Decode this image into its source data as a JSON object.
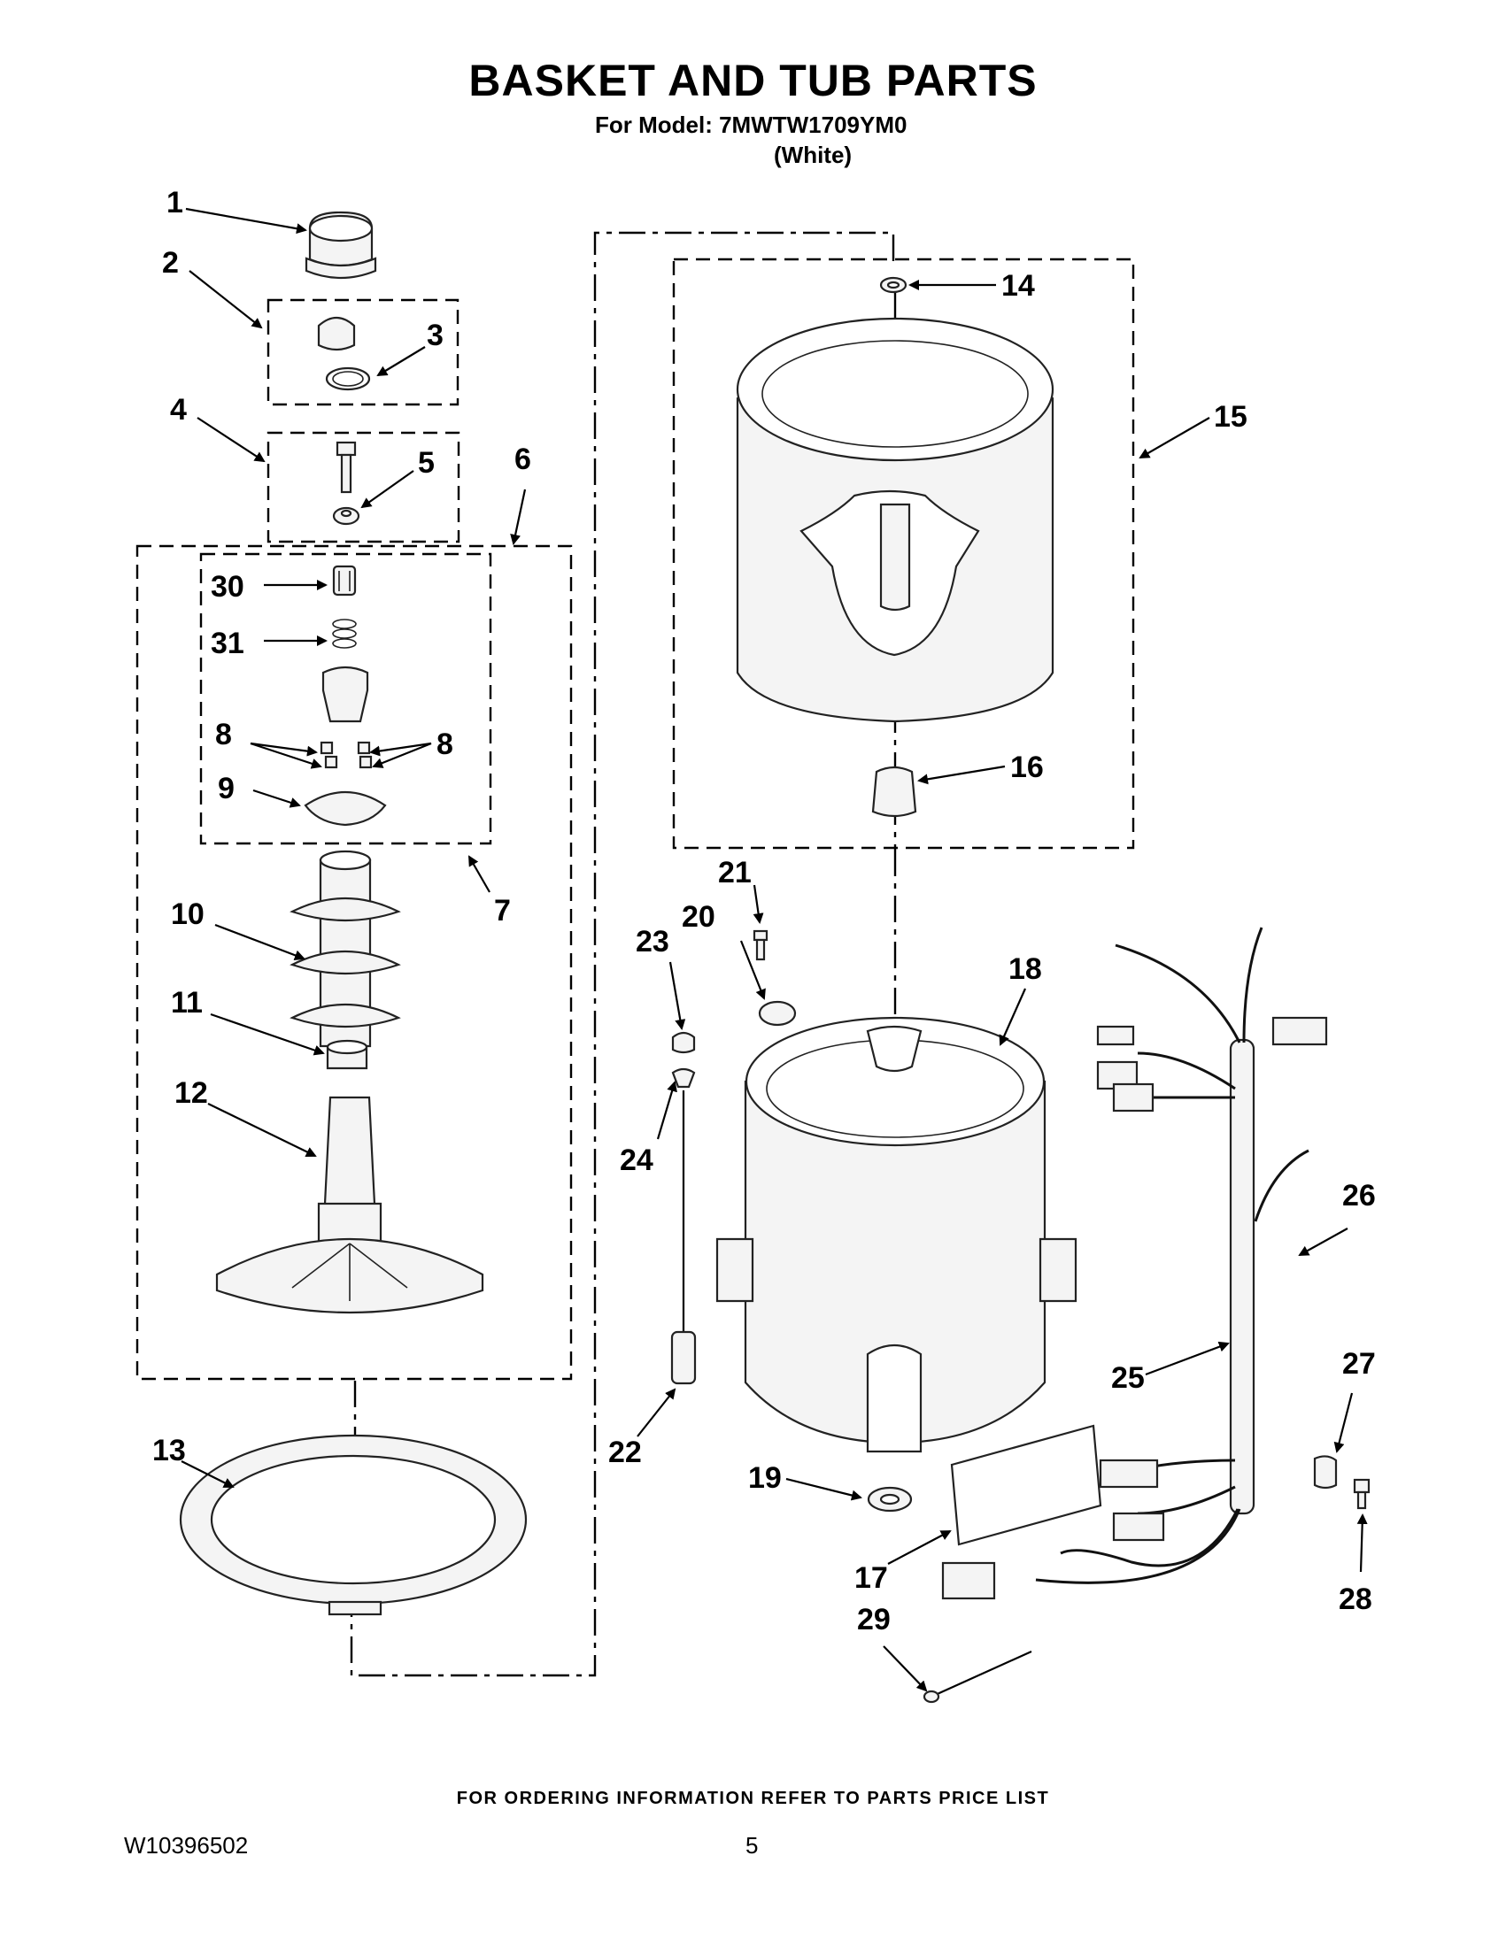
{
  "header": {
    "title": "BASKET AND TUB PARTS",
    "model_line": "For Model: 7MWTW1709YM0",
    "color_line": "(White)"
  },
  "callouts": {
    "c1": "1",
    "c2": "2",
    "c3": "3",
    "c4": "4",
    "c5": "5",
    "c6": "6",
    "c7": "7",
    "c8a": "8",
    "c8b": "8",
    "c9": "9",
    "c10": "10",
    "c11": "11",
    "c12": "12",
    "c13": "13",
    "c14": "14",
    "c15": "15",
    "c16": "16",
    "c17": "17",
    "c18": "18",
    "c19": "19",
    "c20": "20",
    "c21": "21",
    "c22": "22",
    "c23": "23",
    "c24": "24",
    "c25": "25",
    "c26": "26",
    "c27": "27",
    "c28": "28",
    "c29": "29",
    "c30": "30",
    "c31": "31"
  },
  "footer": {
    "ordering_note": "FOR ORDERING INFORMATION REFER TO PARTS PRICE LIST",
    "doc_number": "W10396502",
    "page_number": "5"
  }
}
